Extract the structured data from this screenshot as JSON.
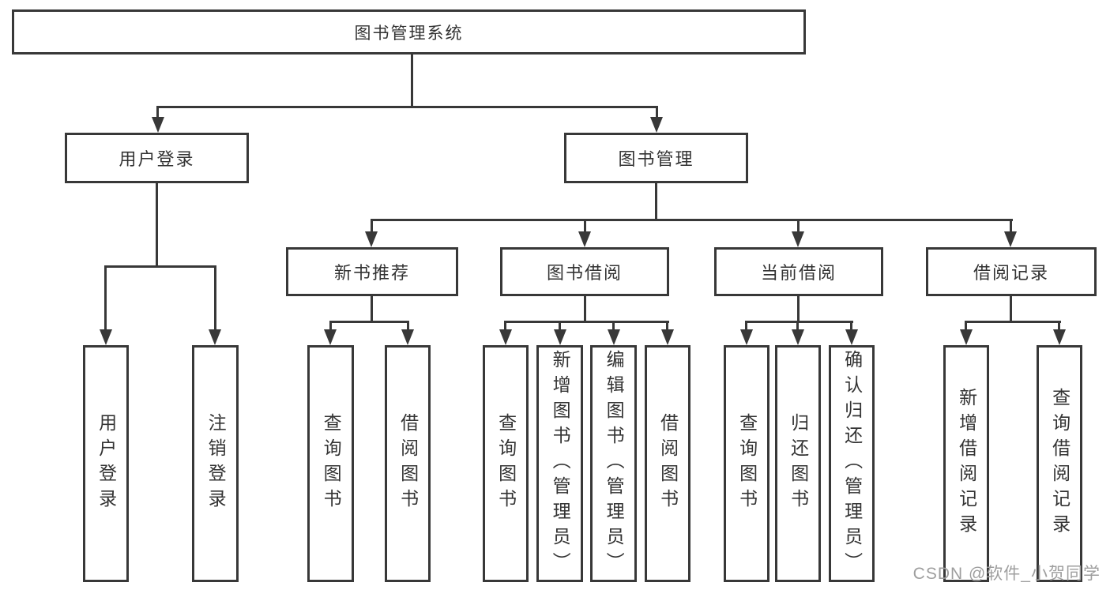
{
  "tree": {
    "root": {
      "label": "图书管理系统"
    },
    "children": [
      {
        "label": "用户登录",
        "children": [
          {
            "label": "用户登录"
          },
          {
            "label": "注销登录"
          }
        ]
      },
      {
        "label": "图书管理",
        "children": [
          {
            "label": "新书推荐",
            "children": [
              {
                "label": "查询图书"
              },
              {
                "label": "借阅图书"
              }
            ]
          },
          {
            "label": "图书借阅",
            "children": [
              {
                "label": "查询图书"
              },
              {
                "label": "新增图书（管理员）"
              },
              {
                "label": "编辑图书（管理员）"
              },
              {
                "label": "借阅图书"
              }
            ]
          },
          {
            "label": "当前借阅",
            "children": [
              {
                "label": "查询图书"
              },
              {
                "label": "归还图书"
              },
              {
                "label": "确认归还（管理员）"
              }
            ]
          },
          {
            "label": "借阅记录",
            "children": [
              {
                "label": "新增借阅记录"
              },
              {
                "label": "查询借阅记录"
              }
            ]
          }
        ]
      }
    ]
  },
  "watermark": {
    "text": "CSDN @软件_小贺同学"
  },
  "colors": {
    "line": "#383838",
    "text": "#333333",
    "watermark": "#9e9e9e",
    "background": "#ffffff"
  }
}
